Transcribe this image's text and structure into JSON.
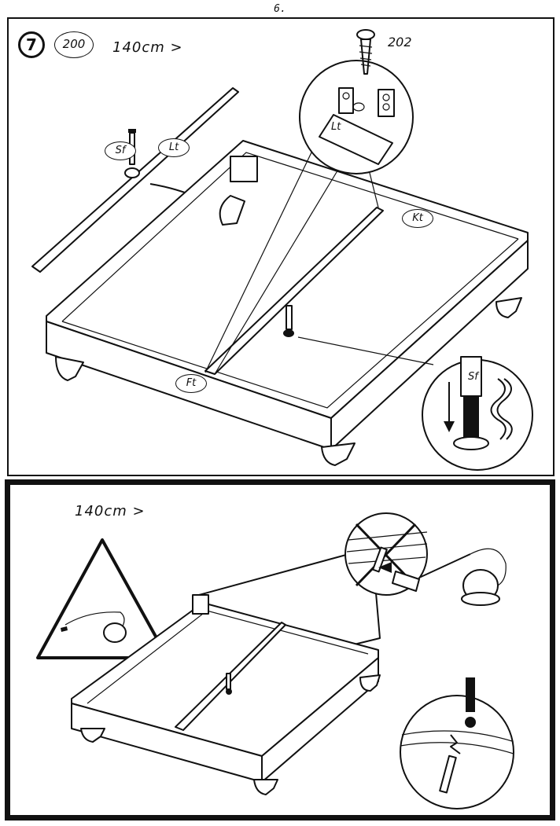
{
  "page": {
    "number": "6."
  },
  "top_panel": {
    "step": "7",
    "part_qty": "200",
    "size_note": "140cm >",
    "labels": {
      "screw": "202",
      "rail": "Lt",
      "foot": "Sf",
      "side": "Kt",
      "frame": "Ft"
    }
  },
  "bottom_panel": {
    "size_note": "140cm >"
  }
}
